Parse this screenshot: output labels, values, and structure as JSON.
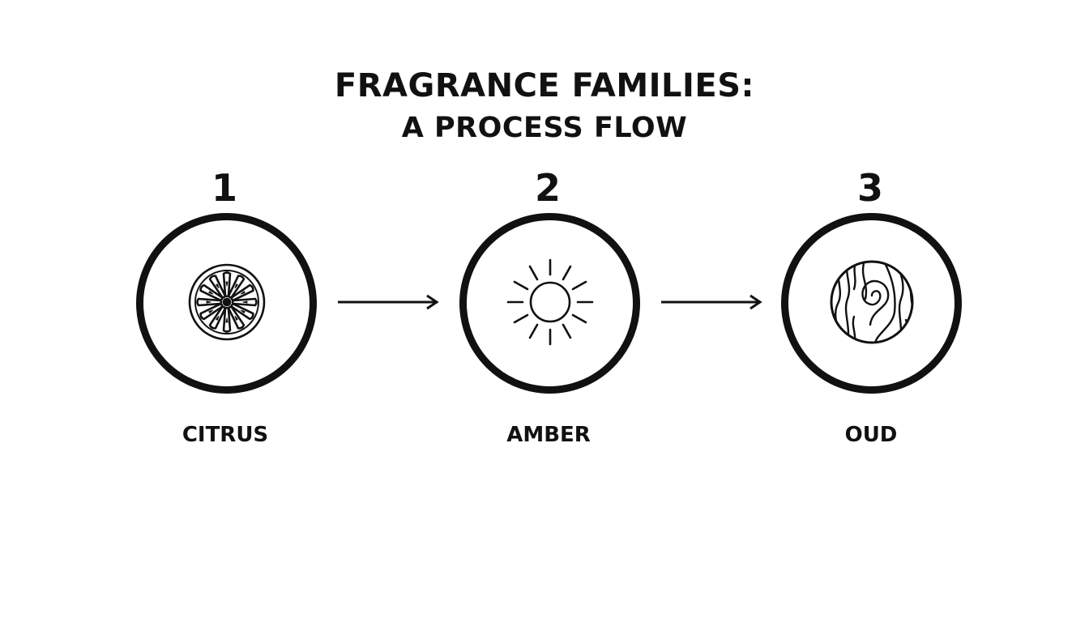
{
  "title": "FRAGRANCE FAMILIES:",
  "subtitle": "A PROCESS FLOW",
  "steps": [
    {
      "number": "1",
      "label": "CITRUS",
      "icon": "citrus-slice-icon"
    },
    {
      "number": "2",
      "label": "AMBER",
      "icon": "sun-icon"
    },
    {
      "number": "3",
      "label": "OUD",
      "icon": "wood-grain-icon"
    }
  ],
  "colors": {
    "ink": "#111111",
    "background": "#ffffff"
  }
}
